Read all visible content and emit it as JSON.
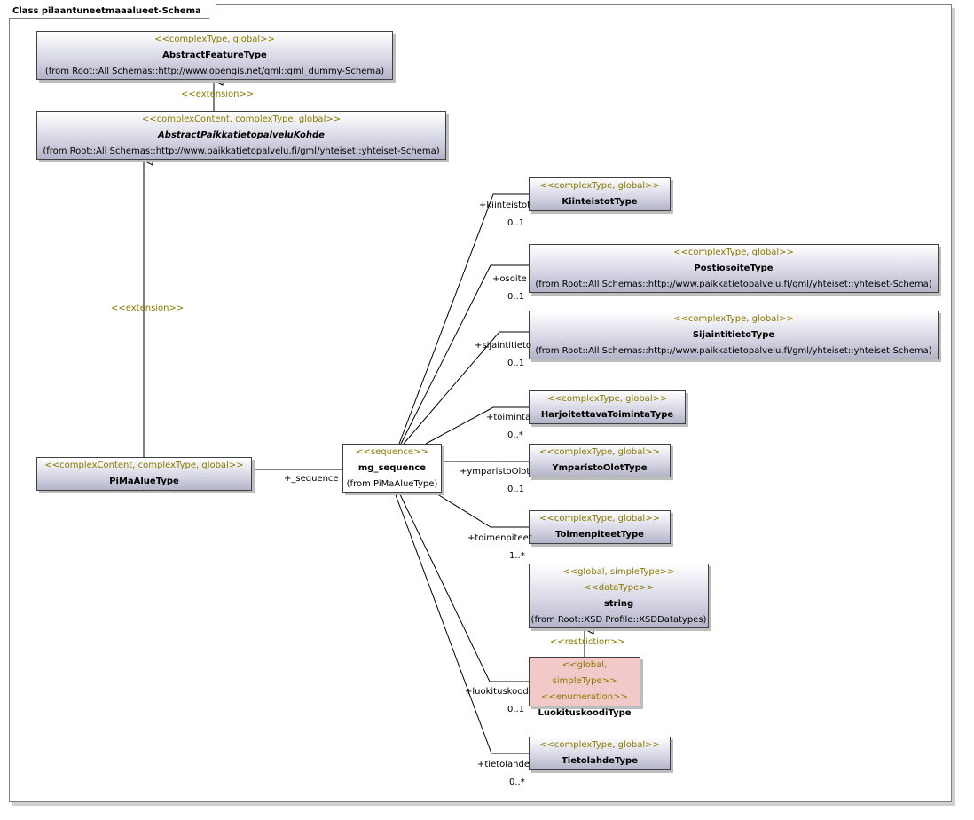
{
  "diagram": {
    "title": "Class pilaantuneetmaaalueet-Schema"
  },
  "classes": {
    "abstract_feature": {
      "stereotype": "<<complexType, global>>",
      "name": "AbstractFeatureType",
      "from": "(from Root::All Schemas::http://www.opengis.net/gml::gml_dummy-Schema)"
    },
    "abstract_pkp": {
      "stereotype": "<<complexContent, complexType, global>>",
      "name": "AbstractPaikkatietopalveluKohde",
      "from": "(from Root::All Schemas::http://www.paikkatietopalvelu.fi/gml/yhteiset::yhteiset-Schema)"
    },
    "pimaalue": {
      "stereotype": "<<complexContent, complexType, global>>",
      "name": "PiMaAlueType"
    },
    "mg_sequence": {
      "stereotype": "<<sequence>>",
      "name": "mg_sequence",
      "from": "(from PiMaAlueType)"
    },
    "kiinteistot": {
      "stereotype": "<<complexType, global>>",
      "name": "KiinteistotType"
    },
    "postiosoite": {
      "stereotype": "<<complexType, global>>",
      "name": "PostiosoiteType",
      "from": "(from Root::All Schemas::http://www.paikkatietopalvelu.fi/gml/yhteiset::yhteiset-Schema)"
    },
    "sijaintitieto": {
      "stereotype": "<<complexType, global>>",
      "name": "SijaintitietoType",
      "from": "(from Root::All Schemas::http://www.paikkatietopalvelu.fi/gml/yhteiset::yhteiset-Schema)"
    },
    "harjoitettava": {
      "stereotype": "<<complexType, global>>",
      "name": "HarjoitettavaToimintaType"
    },
    "ymparisto": {
      "stereotype": "<<complexType, global>>",
      "name": "YmparistoOlotType"
    },
    "toimenpiteet": {
      "stereotype": "<<complexType, global>>",
      "name": "ToimenpiteetType"
    },
    "string": {
      "stereotype": "<<global, simpleType>>",
      "stereotype2": "<<dataType>>",
      "name": "string",
      "from": "(from Root::XSD Profile::XSDDatatypes)"
    },
    "luokituskoodi": {
      "stereotype": "<<global, simpleType>>",
      "stereotype2": "<<enumeration>>",
      "name": "LuokituskoodiType"
    },
    "tietolahde": {
      "stereotype": "<<complexType, global>>",
      "name": "TietolahdeType"
    }
  },
  "labels": {
    "extension1": "<<extension>>",
    "extension2": "<<extension>>",
    "restriction": "<<restriction>>",
    "sequence_role": "+_sequence",
    "kiinteistot_role": "+kiinteistot",
    "kiinteistot_mult": "0..1",
    "osoite_role": "+osoite",
    "osoite_mult": "0..1",
    "sijaintitieto_role": "+sijaintitieto",
    "sijaintitieto_mult": "0..1",
    "toiminta_role": "+toiminta",
    "toiminta_mult": "0..*",
    "ymparistoolot_role": "+ymparistoOlot",
    "ymparistoolot_mult": "0..1",
    "toimenpiteet_role": "+toimenpiteet",
    "toimenpiteet_mult": "1..*",
    "luokituskoodi_role": "+luokituskoodi",
    "luokituskoodi_mult": "0..1",
    "tietolahde_role": "+tietolahde",
    "tietolahde_mult": "0..*"
  },
  "colors": {
    "stereotype_text": "#8a7a00",
    "class_fill_bottom": "#b4b4c9",
    "enum_fill": "#f2c8c8"
  }
}
